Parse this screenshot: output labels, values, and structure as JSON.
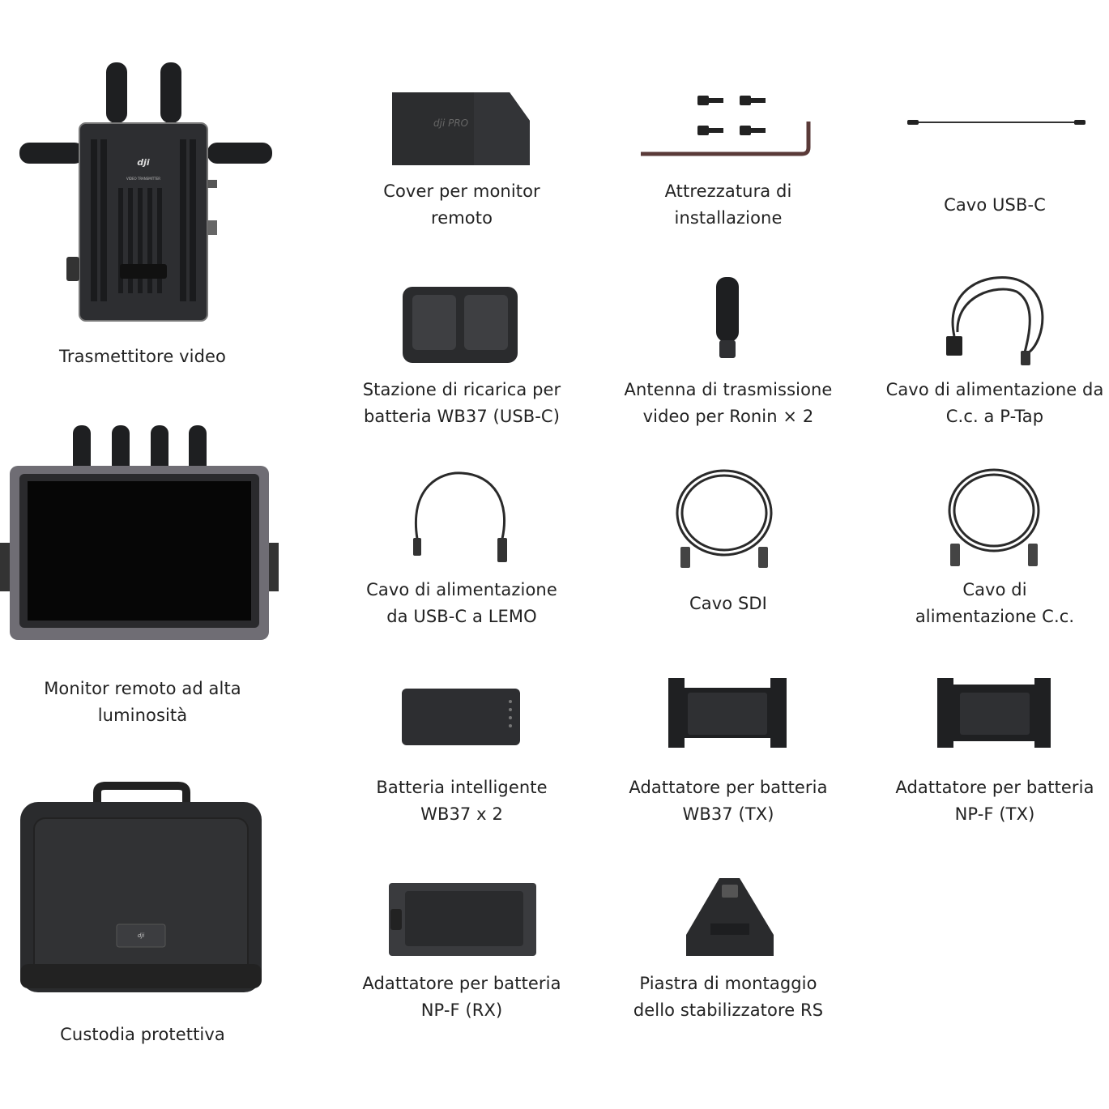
{
  "items": {
    "transmitter": {
      "caption": [
        "Trasmettitore video"
      ],
      "logo": "dji",
      "label": "VIDEO TRANSMITTER",
      "icon": "video-transmitter-image"
    },
    "monitor": {
      "caption": [
        "Monitor remoto ad alta",
        "luminosità"
      ],
      "icon": "remote-monitor-image"
    },
    "case": {
      "caption": [
        "Custodia protettiva"
      ],
      "logo": "dji",
      "icon": "protective-case-image"
    },
    "monitor_cover": {
      "caption": [
        "Cover per monitor",
        "remoto"
      ],
      "logo": "dji PRO",
      "icon": "monitor-hood-image"
    },
    "mount_kit": {
      "caption": [
        "Attrezzatura di",
        "installazione"
      ],
      "icon": "screws-and-hex-key-image"
    },
    "usbc_cable": {
      "caption": [
        "Cavo USB-C"
      ],
      "icon": "usb-c-cable-image"
    },
    "charging_hub": {
      "caption": [
        "Stazione di ricarica per",
        "batteria WB37 (USB-C)"
      ],
      "icon": "charging-hub-image"
    },
    "antenna": {
      "caption": [
        "Antenna di trasmissione",
        "video per Ronin × 2"
      ],
      "icon": "antenna-image"
    },
    "dc_ptap": {
      "caption": [
        "Cavo di alimentazione da",
        "C.c. a P-Tap"
      ],
      "icon": "dc-ptap-cable-image"
    },
    "usbc_lemo": {
      "caption": [
        "Cavo di alimentazione",
        "da USB-C a LEMO"
      ],
      "icon": "usb-c-lemo-cable-image"
    },
    "sdi": {
      "caption": [
        "Cavo SDI"
      ],
      "icon": "sdi-cable-image"
    },
    "dc_cable": {
      "caption": [
        "Cavo di",
        "alimentazione C.c."
      ],
      "icon": "dc-power-cable-image"
    },
    "battery": {
      "caption": [
        "Batteria intelligente",
        "WB37 x 2"
      ],
      "icon": "battery-image"
    },
    "wb37_adapter": {
      "caption": [
        "Adattatore per batteria",
        "WB37 (TX)"
      ],
      "icon": "wb37-adapter-image"
    },
    "npf_tx": {
      "caption": [
        "Adattatore per batteria",
        "NP-F (TX)"
      ],
      "icon": "npf-tx-adapter-image"
    },
    "npf_rx": {
      "caption": [
        "Adattatore per batteria",
        "NP-F (RX)"
      ],
      "icon": "npf-rx-adapter-image"
    },
    "rs_plate": {
      "caption": [
        "Piastra di montaggio",
        "dello stabilizzatore RS"
      ],
      "icon": "rs-mounting-plate-image"
    }
  },
  "colors": {
    "device": "#2b2c2f",
    "device_light": "#4a4b4f",
    "text": "#222222"
  }
}
